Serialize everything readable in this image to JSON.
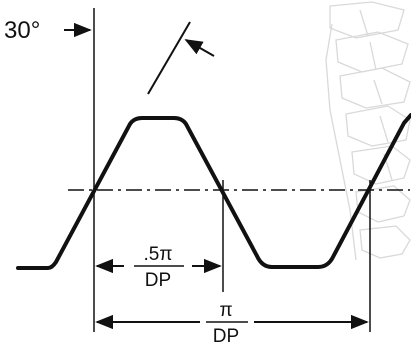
{
  "diagram": {
    "angle_label": "30°",
    "half_pitch": {
      "numerator": ".5π",
      "denominator": "DP"
    },
    "full_pitch": {
      "numerator": "π",
      "denominator": "DP"
    }
  },
  "colors": {
    "line": "#111111",
    "background_art": "#d9d9d9",
    "background": "#ffffff"
  }
}
